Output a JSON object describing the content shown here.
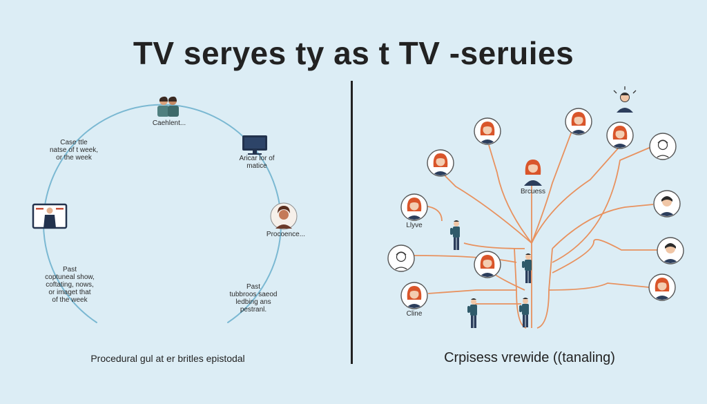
{
  "title": "TV seryes ty as t TV -seruies",
  "left_panel": {
    "labels": [
      {
        "id": "top",
        "text": "Caehlent..."
      },
      {
        "id": "upper-left",
        "text": "Case ttle\nnatse of t week,\nor the week"
      },
      {
        "id": "upper-right",
        "text": "Aricar lor of\nmatice"
      },
      {
        "id": "right",
        "text": "Procoence..."
      },
      {
        "id": "lower-left",
        "text": "Past\ncoptuneal show,\ncoftating, nows,\nor imaget that\nof the week"
      },
      {
        "id": "lower-right",
        "text": "Past\ntubbroos saeod\nledbing ans\npestranl."
      }
    ],
    "caption": "Procedural gul at er britles epistodal"
  },
  "right_panel": {
    "labels": [
      {
        "id": "center",
        "text": "Brcuess"
      },
      {
        "id": "left-mid",
        "text": "Llyve"
      },
      {
        "id": "left-low",
        "text": "Cline"
      }
    ],
    "caption": "Crpisess vrewide ((tanaling)"
  },
  "colors": {
    "background": "#dcedf5",
    "cycle_line": "#7ab8d2",
    "network_line": "#e8915e",
    "hair_orange": "#d9552a",
    "suit_navy": "#2c3e5c"
  }
}
